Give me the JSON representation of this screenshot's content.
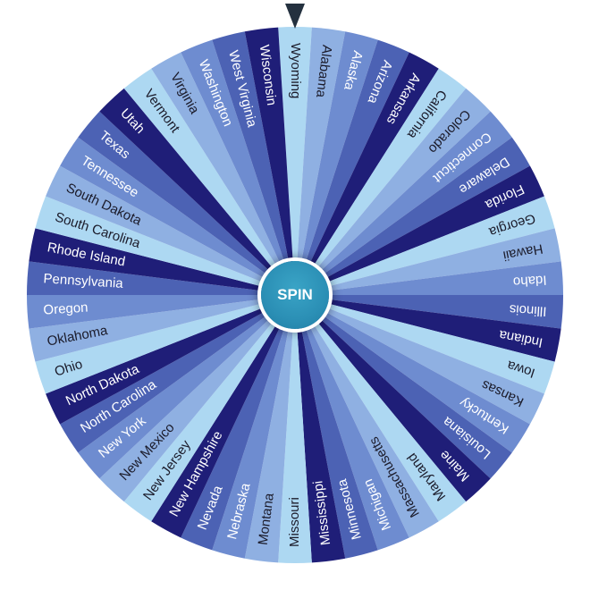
{
  "wheel": {
    "spin_label": "SPIN",
    "segment_colors": [
      "#ADD8F2",
      "#8FB0E2",
      "#6E8CD0",
      "#4C62B4",
      "#1F1E78"
    ],
    "label_color_dark": "#1b1b2a",
    "label_color_light": "#ffffff",
    "pointer_color": "#24313f",
    "states": [
      "Wyoming",
      "Alabama",
      "Alaska",
      "Arizona",
      "Arkansas",
      "California",
      "Colorado",
      "Connecticut",
      "Delaware",
      "Florida",
      "Georgia",
      "Hawaii",
      "Idaho",
      "Illinois",
      "Indiana",
      "Iowa",
      "Kansas",
      "Kentucky",
      "Louisiana",
      "Maine",
      "Maryland",
      "Massachusetts",
      "Michigan",
      "Minnesota",
      "Mississippi",
      "Missouri",
      "Montana",
      "Nebraska",
      "Nevada",
      "New Hampshire",
      "New Jersey",
      "New Mexico",
      "New York",
      "North Carolina",
      "North Dakota",
      "Ohio",
      "Oklahoma",
      "Oregon",
      "Pennsylvania",
      "Rhode Island",
      "South Carolina",
      "South Dakota",
      "Tennessee",
      "Texas",
      "Utah",
      "Vermont",
      "Virginia",
      "Washington",
      "West Virginia",
      "Wisconsin"
    ]
  }
}
